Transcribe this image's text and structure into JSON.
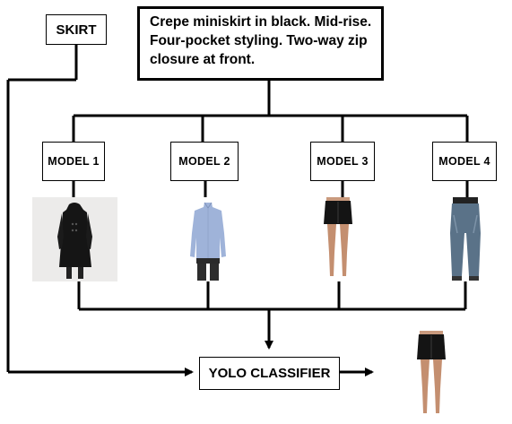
{
  "input": {
    "category_label": "SKIRT",
    "description": "Crepe miniskirt in black. Mid-rise. Four-pocket styling. Two-way zip closure at front."
  },
  "models": [
    {
      "label": "MODEL 1",
      "image": "model-in-black-coat-dress"
    },
    {
      "label": "MODEL 2",
      "image": "model-in-blue-shirt"
    },
    {
      "label": "MODEL 3",
      "image": "model-in-black-miniskirt"
    },
    {
      "label": "MODEL 4",
      "image": "model-in-denim-jeans"
    }
  ],
  "classifier": {
    "label": "YOLO CLASSIFIER"
  },
  "output": {
    "image": "selected-black-miniskirt"
  },
  "colors": {
    "line": "#000000",
    "box_fill": "#ffffff"
  }
}
